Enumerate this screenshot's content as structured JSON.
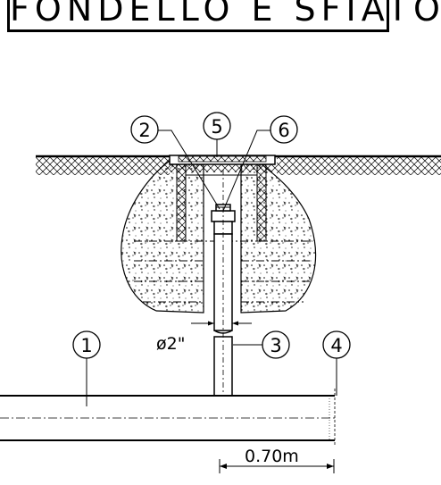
{
  "title": "FONDELLO E SFIATO",
  "callouts": [
    {
      "id": "2",
      "text": "2"
    },
    {
      "id": "5",
      "text": "5"
    },
    {
      "id": "6",
      "text": "6"
    },
    {
      "id": "1",
      "text": "1"
    },
    {
      "id": "3",
      "text": "3"
    },
    {
      "id": "4",
      "text": "4"
    }
  ],
  "dimensions": {
    "pipe_diameter": "ø2\"",
    "length": "0.70m"
  }
}
